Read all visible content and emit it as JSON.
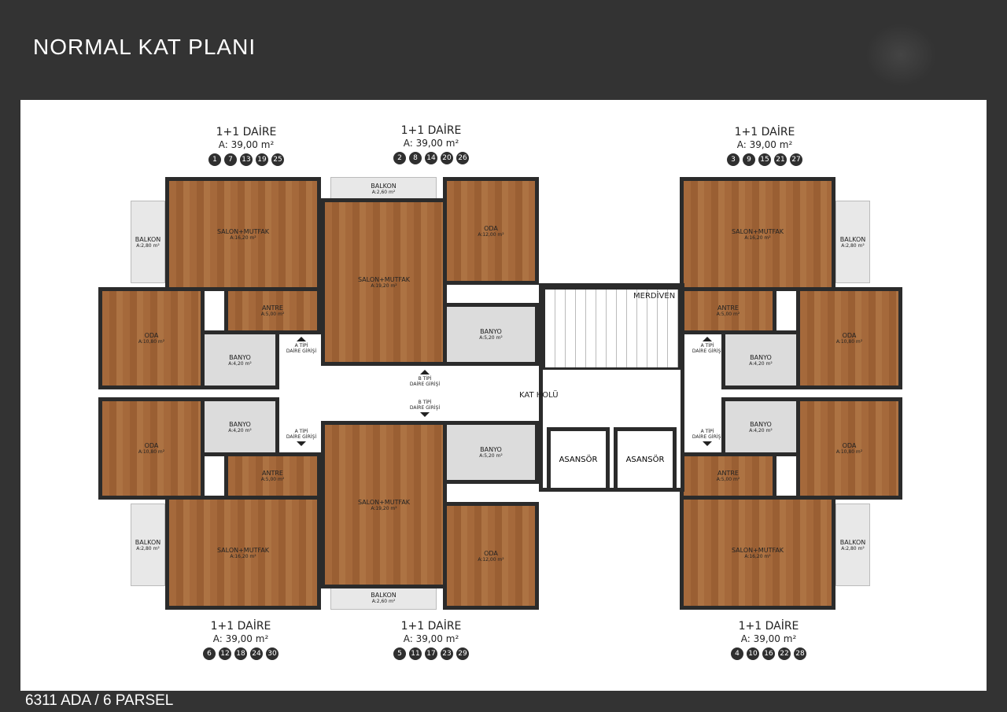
{
  "header": {
    "title": "NORMAL KAT PLANI"
  },
  "footer": {
    "parcel": "6311 ADA / 6 PARSEL"
  },
  "colors": {
    "background": "#333333",
    "wall": "#2b2b2b",
    "floor_wood": "#a5693b",
    "badge": "#2f2f2f"
  },
  "plan": {
    "units": [
      {
        "type": "1+1 DAİRE",
        "area": "A: 39,00 m²",
        "numbers": [
          "1",
          "7",
          "13",
          "19",
          "25"
        ],
        "rooms": {
          "salon": {
            "name": "SALON+MUTFAK",
            "area": "A:16,20 m²"
          },
          "antre": {
            "name": "ANTRE",
            "area": "A:5,00 m²"
          },
          "oda": {
            "name": "ODA",
            "area": "A:10,80 m²"
          },
          "banyo": {
            "name": "BANYO",
            "area": "A:4,20 m²"
          },
          "balkon": {
            "name": "BALKON",
            "area": "A:2,80 m²"
          }
        }
      },
      {
        "type": "1+1 DAİRE",
        "area": "A: 39,00 m²",
        "numbers": [
          "2",
          "8",
          "14",
          "20",
          "26"
        ],
        "rooms": {
          "salon": {
            "name": "SALON+MUTFAK",
            "area": "A:19,20 m²"
          },
          "oda": {
            "name": "ODA",
            "area": "A:12,00 m²"
          },
          "banyo": {
            "name": "BANYO",
            "area": "A:5,20 m²"
          },
          "balkon": {
            "name": "BALKON",
            "area": "A:2,60 m²"
          }
        }
      },
      {
        "type": "1+1 DAİRE",
        "area": "A: 39,00 m²",
        "numbers": [
          "3",
          "9",
          "15",
          "21",
          "27"
        ],
        "rooms": {
          "salon": {
            "name": "SALON+MUTFAK",
            "area": "A:16,20 m²"
          },
          "antre": {
            "name": "ANTRE",
            "area": "A:5,00 m²"
          },
          "oda": {
            "name": "ODA",
            "area": "A:10,80 m²"
          },
          "banyo": {
            "name": "BANYO",
            "area": "A:4,20 m²"
          },
          "balkon": {
            "name": "BALKON",
            "area": "A:2,80 m²"
          }
        }
      },
      {
        "type": "1+1 DAİRE",
        "area": "A: 39,00 m²",
        "numbers": [
          "6",
          "12",
          "18",
          "24",
          "30"
        ],
        "rooms": {
          "salon": {
            "name": "SALON+MUTFAK",
            "area": "A:16,20 m²"
          },
          "antre": {
            "name": "ANTRE",
            "area": "A:5,00 m²"
          },
          "oda": {
            "name": "ODA",
            "area": "A:10,80 m²"
          },
          "banyo": {
            "name": "BANYO",
            "area": "A:4,20 m²"
          },
          "balkon": {
            "name": "BALKON",
            "area": "A:2,80 m²"
          }
        }
      },
      {
        "type": "1+1 DAİRE",
        "area": "A: 39,00 m²",
        "numbers": [
          "5",
          "11",
          "17",
          "23",
          "29"
        ],
        "rooms": {
          "salon": {
            "name": "SALON+MUTFAK",
            "area": "A:19,20 m²"
          },
          "oda": {
            "name": "ODA",
            "area": "A:12,00 m²"
          },
          "banyo": {
            "name": "BANYO",
            "area": "A:5,20 m²"
          },
          "balkon": {
            "name": "BALKON",
            "area": "A:2,60 m²"
          }
        }
      },
      {
        "type": "1+1 DAİRE",
        "area": "A: 39,00 m²",
        "numbers": [
          "4",
          "10",
          "16",
          "22",
          "28"
        ],
        "rooms": {
          "salon": {
            "name": "SALON+MUTFAK",
            "area": "A:16,20 m²"
          },
          "antre": {
            "name": "ANTRE",
            "area": "A:5,00 m²"
          },
          "oda": {
            "name": "ODA",
            "area": "A:10,80 m²"
          },
          "banyo": {
            "name": "BANYO",
            "area": "A:4,20 m²"
          },
          "balkon": {
            "name": "BALKON",
            "area": "A:2,80 m²"
          }
        }
      }
    ],
    "core": {
      "stairs": "MERDİVEN",
      "hall": "KAT HOLÜ",
      "elevators": [
        "ASANSÖR",
        "ASANSÖR"
      ]
    },
    "entrances": {
      "a": {
        "line1": "A TİPİ",
        "line2": "DAİRE GİRİŞİ"
      },
      "b": {
        "line1": "B TİPİ",
        "line2": "DAİRE GİRİŞİ"
      }
    }
  }
}
